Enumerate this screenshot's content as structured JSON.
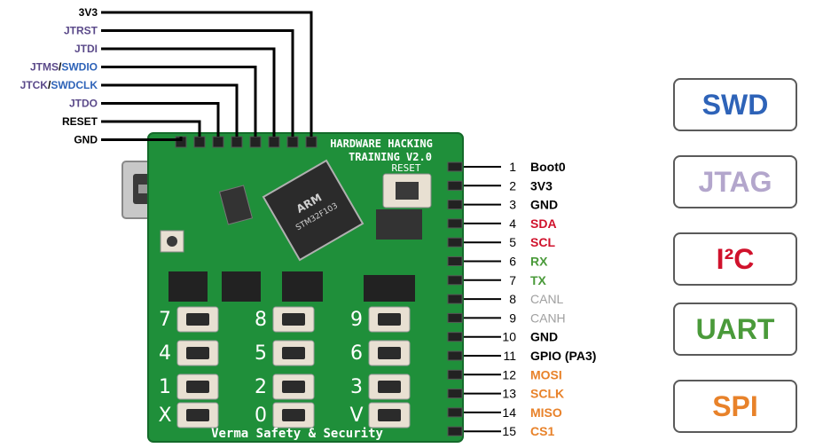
{
  "colors": {
    "black": "#000000",
    "jtag_purple": "#5b4a8a",
    "swd_blue": "#2e63b8",
    "jtag_light": "#b3a6cc",
    "i2c_red": "#d0122c",
    "uart_green": "#4a9a3a",
    "spi_orange": "#e8822a",
    "can_gray": "#a0a0a0",
    "pcb_green": "#1f8f3a"
  },
  "top_header": {
    "pins": [
      {
        "segments": [
          {
            "text": "3V3",
            "color": "black"
          }
        ]
      },
      {
        "segments": [
          {
            "text": "JTRST",
            "color": "jtag_purple"
          }
        ]
      },
      {
        "segments": [
          {
            "text": "JTDI",
            "color": "jtag_purple"
          }
        ]
      },
      {
        "segments": [
          {
            "text": "JTMS",
            "color": "jtag_purple"
          },
          {
            "text": "/",
            "color": "black"
          },
          {
            "text": "SWDIO",
            "color": "swd_blue"
          }
        ]
      },
      {
        "segments": [
          {
            "text": "JTCK",
            "color": "jtag_purple"
          },
          {
            "text": "/",
            "color": "black"
          },
          {
            "text": "SWDCLK",
            "color": "swd_blue"
          }
        ]
      },
      {
        "segments": [
          {
            "text": "JTDO",
            "color": "jtag_purple"
          }
        ]
      },
      {
        "segments": [
          {
            "text": "RESET",
            "color": "black"
          }
        ]
      },
      {
        "segments": [
          {
            "text": "GND",
            "color": "black"
          }
        ]
      }
    ]
  },
  "side_header": {
    "pins": [
      {
        "num": "1",
        "label": "Boot0",
        "color": "black"
      },
      {
        "num": "2",
        "label": "3V3",
        "color": "black"
      },
      {
        "num": "3",
        "label": "GND",
        "color": "black"
      },
      {
        "num": "4",
        "label": "SDA",
        "color": "i2c_red"
      },
      {
        "num": "5",
        "label": "SCL",
        "color": "i2c_red"
      },
      {
        "num": "6",
        "label": "RX",
        "color": "uart_green"
      },
      {
        "num": "7",
        "label": "TX",
        "color": "uart_green"
      },
      {
        "num": "8",
        "label": "CANL",
        "color": "can_gray"
      },
      {
        "num": "9",
        "label": "CANH",
        "color": "can_gray"
      },
      {
        "num": "10",
        "label": "GND",
        "color": "black"
      },
      {
        "num": "11",
        "label": "GPIO (PA3)",
        "color": "black"
      },
      {
        "num": "12",
        "label": "MOSI",
        "color": "spi_orange"
      },
      {
        "num": "13",
        "label": "SCLK",
        "color": "spi_orange"
      },
      {
        "num": "14",
        "label": "MISO",
        "color": "spi_orange"
      },
      {
        "num": "15",
        "label": "CS1",
        "color": "spi_orange"
      }
    ]
  },
  "board": {
    "title_line1": "HARDWARE HACKING",
    "title_line2": "TRAINING V2.0",
    "reset_label": "RESET",
    "chip_line1": "ARM",
    "chip_line2": "STM32F103",
    "footer": "Verma Safety & Security",
    "keys": [
      "7",
      "8",
      "9",
      "4",
      "5",
      "6",
      "1",
      "2",
      "3",
      "X",
      "0",
      "V"
    ]
  },
  "legend": [
    {
      "text": "SWD",
      "color": "swd_blue"
    },
    {
      "text": "JTAG",
      "color": "jtag_light"
    },
    {
      "text": "I²C",
      "color": "i2c_red"
    },
    {
      "text": "UART",
      "color": "uart_green"
    },
    {
      "text": "SPI",
      "color": "spi_orange"
    }
  ]
}
